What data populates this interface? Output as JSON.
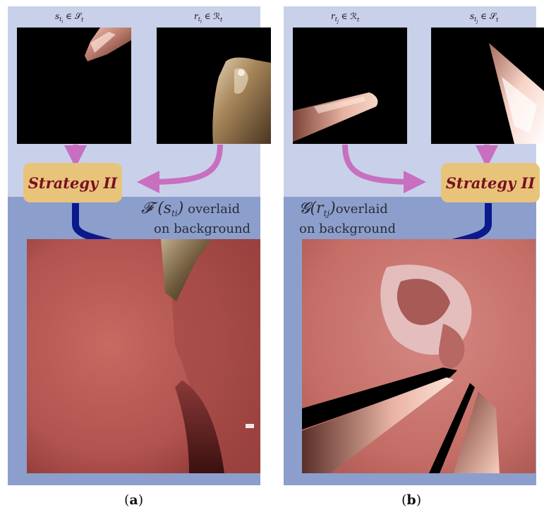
{
  "panels": [
    {
      "id": "a",
      "sublabel": "(a)",
      "sublabel_letter": "a",
      "top_left_label": "s_{t_i} ∈ S_t",
      "top_right_label": "r_{t_i} ∈ R_t",
      "strategy_label": "Strategy II",
      "overlay_math": "𝓕 (s",
      "overlay_math_sub": "ti",
      "overlay_math_close": ")",
      "overlay_text_1": "overlaid",
      "overlay_text_2": "on background"
    },
    {
      "id": "b",
      "sublabel": "(b)",
      "sublabel_letter": "b",
      "top_left_label": "r_{t_j} ∈ R_t",
      "top_right_label": "s_{t_j} ∈ S_t",
      "strategy_label": "Strategy II",
      "overlay_math": "𝓖(r",
      "overlay_math_sub": "tj",
      "overlay_math_close": ")",
      "overlay_text_1": "overlaid",
      "overlay_text_2": "on background"
    }
  ],
  "colors": {
    "top_band": "#c8d1e9",
    "bottom_band": "#8c9fcc",
    "strategy_box": "#e8c37a",
    "strategy_text": "#7a1020",
    "pink_arrow": "#c86fc0",
    "blue_arrow": "#0a1a8c"
  },
  "math_labels": {
    "a_left_main": "s",
    "a_left_sub": "t",
    "a_left_subsub": "i",
    "a_left_rel": " ∈ 𝒮",
    "a_left_rel_sub": "t",
    "a_right_main": "r",
    "a_right_sub": "t",
    "a_right_subsub": "i",
    "a_right_rel": " ∈ ℛ",
    "a_right_rel_sub": "t",
    "b_left_main": "r",
    "b_left_sub": "t",
    "b_left_subsub": "j",
    "b_left_rel": " ∈ ℛ",
    "b_left_rel_sub": "t",
    "b_right_main": "s",
    "b_right_sub": "t",
    "b_right_subsub": "j",
    "b_right_rel": " ∈ 𝒮",
    "b_right_rel_sub": "t"
  }
}
